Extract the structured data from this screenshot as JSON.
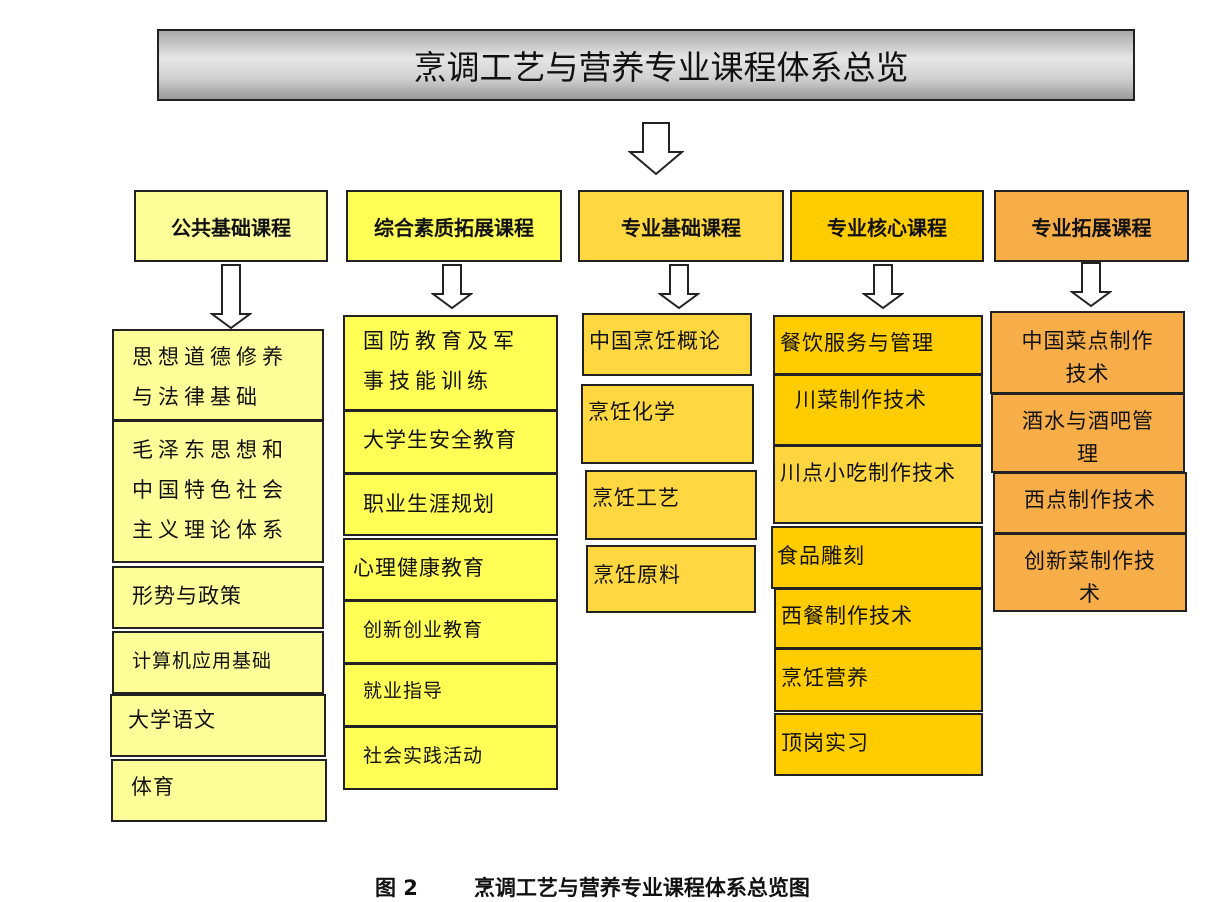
{
  "title": "烹调工艺与营养专业课程体系总览",
  "columns": [
    {
      "header": "公共基础课程",
      "color": "#ffff99",
      "items": [
        "思想道德修养与法律基础",
        "毛泽东思想和中国特色社会主义理论体系",
        "形势与政策",
        "计算机应用基础",
        "大学语文",
        "体育"
      ]
    },
    {
      "header": "综合素质拓展课程",
      "color": "#ffff55",
      "items": [
        "国防教育及军事技能训练",
        "大学生安全教育",
        "职业生涯规划",
        "心理健康教育",
        "创新创业教育",
        "就业指导",
        "社会实践活动"
      ]
    },
    {
      "header": "专业基础课程",
      "color": "#ffd740",
      "items": [
        "中国烹饪概论",
        "烹饪化学",
        "烹饪工艺",
        "烹饪原料"
      ]
    },
    {
      "header": "专业核心课程",
      "color": "#ffcc00",
      "items": [
        "餐饮服务与管理",
        "川菜制作技术",
        "川点小吃制作技术",
        "食品雕刻",
        "西餐制作技术",
        "烹饪营养",
        "顶岗实习"
      ]
    },
    {
      "header": "专业拓展课程",
      "color": "#f8ae48",
      "items": [
        "中国菜点制作技术",
        "酒水与酒吧管理",
        "西点制作技术",
        "创新菜制作技术"
      ]
    }
  ],
  "caption": {
    "label": "图 2",
    "text": "烹调工艺与营养专业课程体系总览图"
  }
}
